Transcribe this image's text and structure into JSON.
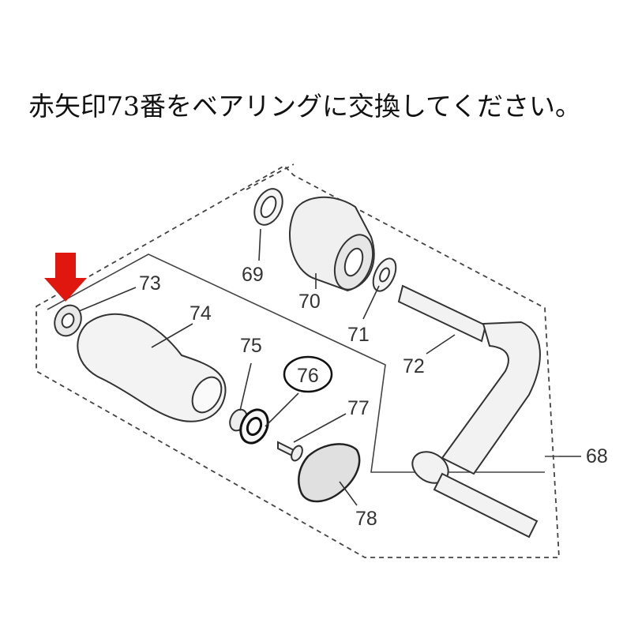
{
  "instruction": "赤矢印73番をベアリングに交換してください。",
  "highlight_color": "#e0170f",
  "parts": {
    "p68": "68",
    "p69": "69",
    "p70": "70",
    "p71": "71",
    "p72": "72",
    "p73": "73",
    "p74": "74",
    "p75": "75",
    "p76": "76",
    "p77": "77",
    "p78": "78"
  }
}
